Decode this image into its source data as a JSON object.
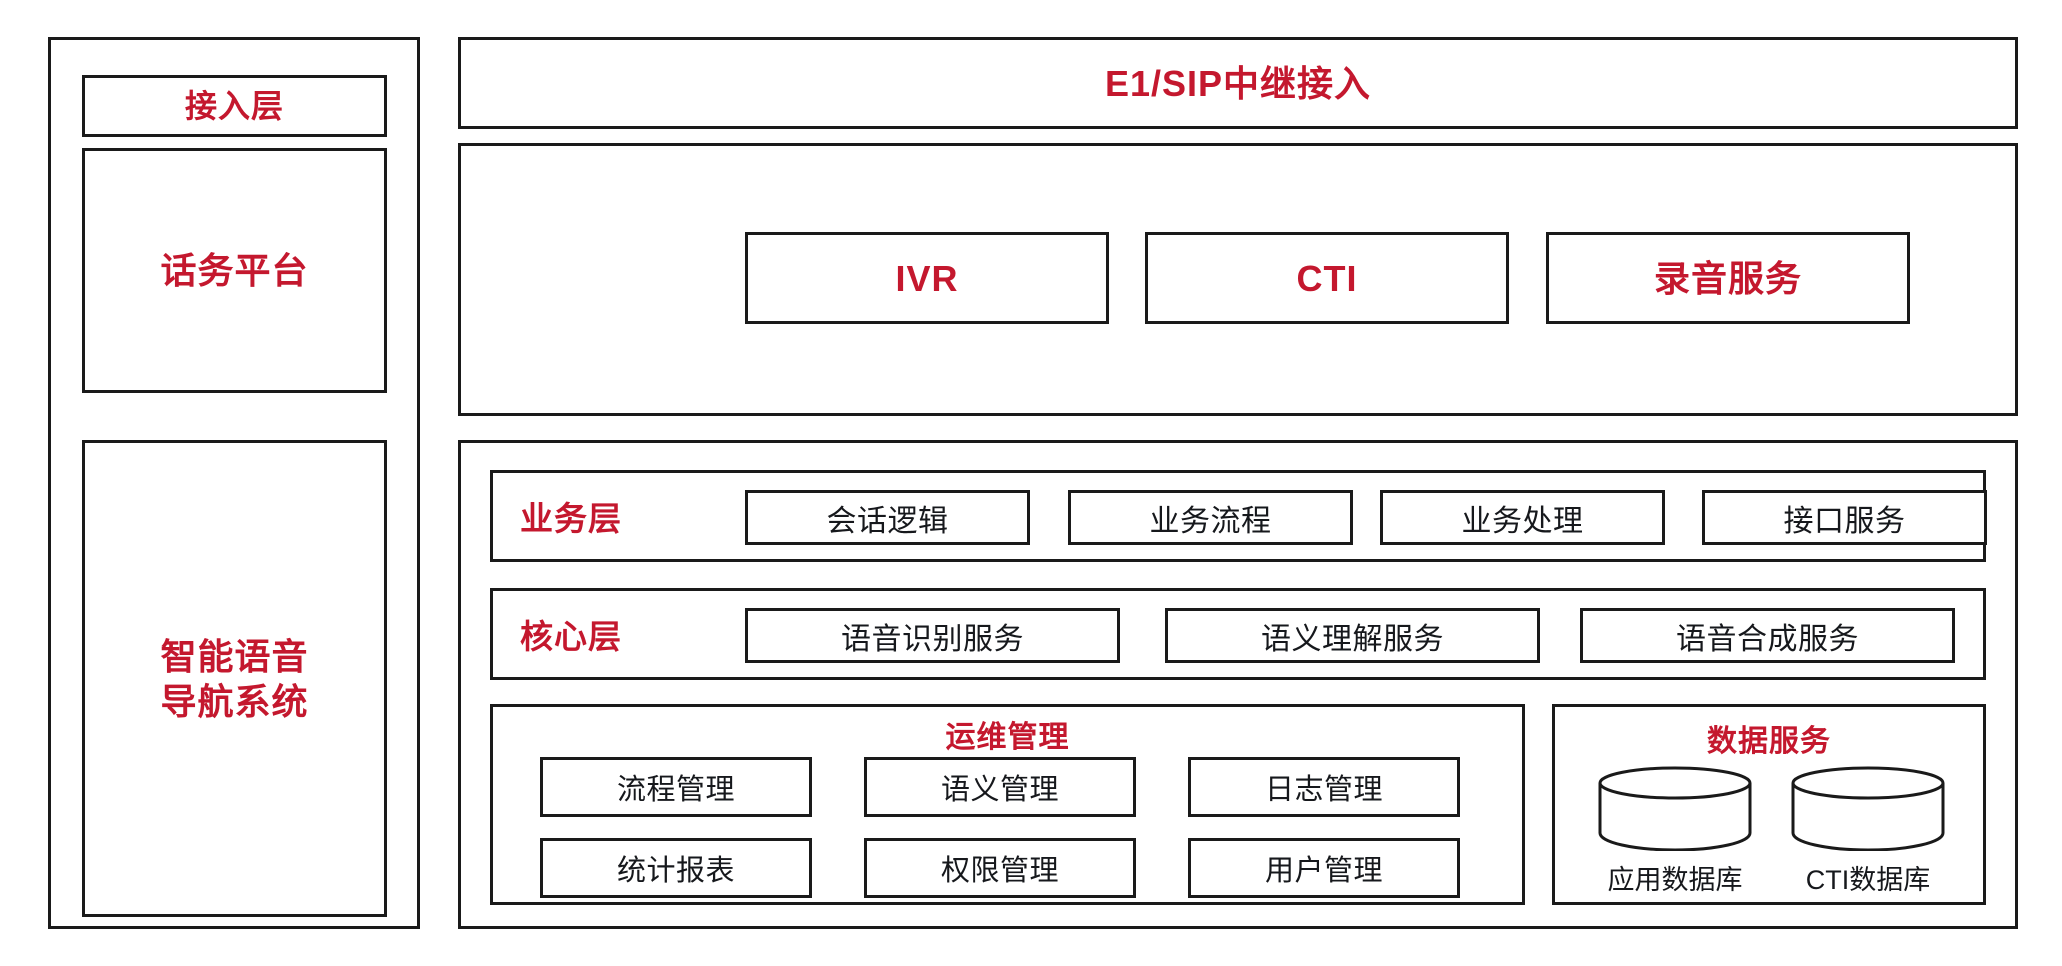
{
  "diagram": {
    "accent_color": "#c4182e",
    "line_color": "#1a1a1a",
    "background": "#ffffff"
  },
  "left_column": {
    "access_layer": {
      "label": "接入层"
    },
    "call_platform": {
      "label": "话务平台"
    },
    "voice_nav_system": {
      "line1": "智能语音",
      "line2": "导航系统"
    }
  },
  "right_column": {
    "trunk_access": {
      "label": "E1/SIP中继接入"
    },
    "call_platform_services": [
      {
        "label": "IVR"
      },
      {
        "label": "CTI"
      },
      {
        "label": "录音服务"
      }
    ],
    "business_layer": {
      "label": "业务层",
      "items": [
        {
          "label": "会话逻辑"
        },
        {
          "label": "业务流程"
        },
        {
          "label": "业务处理"
        },
        {
          "label": "接口服务"
        }
      ]
    },
    "core_layer": {
      "label": "核心层",
      "items": [
        {
          "label": "语音识别服务"
        },
        {
          "label": "语义理解服务"
        },
        {
          "label": "语音合成服务"
        }
      ]
    },
    "ops_management": {
      "label": "运维管理",
      "items": [
        {
          "label": "流程管理"
        },
        {
          "label": "语义管理"
        },
        {
          "label": "日志管理"
        },
        {
          "label": "统计报表"
        },
        {
          "label": "权限管理"
        },
        {
          "label": "用户管理"
        }
      ]
    },
    "data_service": {
      "label": "数据服务",
      "databases": [
        {
          "label": "应用数据库"
        },
        {
          "label": "CTI数据库"
        }
      ]
    }
  }
}
